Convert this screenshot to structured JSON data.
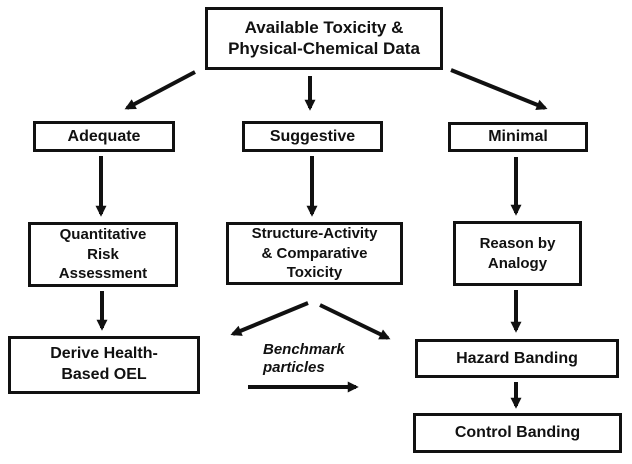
{
  "colors": {
    "ink": "#111111",
    "background": "#ffffff"
  },
  "flowchart": {
    "nodes": {
      "available_data": "Available Toxicity &\nPhysical-Chemical Data",
      "adequate": "Adequate",
      "suggestive": "Suggestive",
      "minimal": "Minimal",
      "quantitative_risk": "Quantitative\nRisk\nAssessment",
      "structure_activity": "Structure-Activity\n& Comparative\nToxicity",
      "reason_by_analogy": "Reason by\nAnalogy",
      "derive_oel": "Derive Health-\nBased OEL",
      "hazard_banding": "Hazard Banding",
      "control_banding": "Control Banding",
      "benchmark_note": "Benchmark\nparticles"
    },
    "edges": [
      {
        "from": "available_data",
        "to": "adequate"
      },
      {
        "from": "available_data",
        "to": "suggestive"
      },
      {
        "from": "available_data",
        "to": "minimal"
      },
      {
        "from": "adequate",
        "to": "quantitative_risk"
      },
      {
        "from": "suggestive",
        "to": "structure_activity"
      },
      {
        "from": "minimal",
        "to": "reason_by_analogy"
      },
      {
        "from": "quantitative_risk",
        "to": "derive_oel"
      },
      {
        "from": "structure_activity",
        "to": "derive_oel"
      },
      {
        "from": "structure_activity",
        "to": "hazard_banding"
      },
      {
        "from": "benchmark_note",
        "to": "hazard_banding"
      },
      {
        "from": "reason_by_analogy",
        "to": "hazard_banding"
      },
      {
        "from": "hazard_banding",
        "to": "control_banding"
      }
    ]
  }
}
